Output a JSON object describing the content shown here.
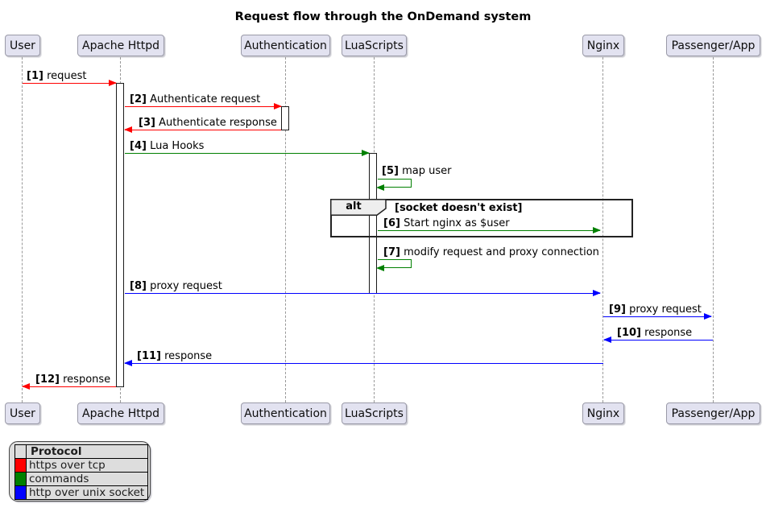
{
  "title": "Request flow through the OnDemand system",
  "participants": [
    {
      "name": "User"
    },
    {
      "name": "Apache Httpd"
    },
    {
      "name": "Authentication"
    },
    {
      "name": "LuaScripts"
    },
    {
      "name": "Nginx"
    },
    {
      "name": "Passenger/App"
    }
  ],
  "messages": [
    {
      "num": "[1]",
      "text": "request",
      "from": "User",
      "to": "Apache Httpd",
      "protocol": "https over tcp"
    },
    {
      "num": "[2]",
      "text": "Authenticate request",
      "from": "Apache Httpd",
      "to": "Authentication",
      "protocol": "https over tcp"
    },
    {
      "num": "[3]",
      "text": "Authenticate response",
      "from": "Authentication",
      "to": "Apache Httpd",
      "protocol": "https over tcp"
    },
    {
      "num": "[4]",
      "text": "Lua Hooks",
      "from": "Apache Httpd",
      "to": "LuaScripts",
      "protocol": "commands"
    },
    {
      "num": "[5]",
      "text": "map user",
      "from": "LuaScripts",
      "to": "LuaScripts",
      "protocol": "commands"
    },
    {
      "num": "[6]",
      "text": "Start nginx as $user",
      "from": "LuaScripts",
      "to": "Nginx",
      "protocol": "commands"
    },
    {
      "num": "[7]",
      "text": "modify request and proxy connection",
      "from": "LuaScripts",
      "to": "LuaScripts",
      "protocol": "commands"
    },
    {
      "num": "[8]",
      "text": "proxy request",
      "from": "Apache Httpd",
      "to": "Nginx",
      "protocol": "http over unix socket"
    },
    {
      "num": "[9]",
      "text": "proxy request",
      "from": "Nginx",
      "to": "Passenger/App",
      "protocol": "http over unix socket"
    },
    {
      "num": "[10]",
      "text": "response",
      "from": "Passenger/App",
      "to": "Nginx",
      "protocol": "http over unix socket"
    },
    {
      "num": "[11]",
      "text": "response",
      "from": "Nginx",
      "to": "Apache Httpd",
      "protocol": "http over unix socket"
    },
    {
      "num": "[12]",
      "text": "response",
      "from": "Apache Httpd",
      "to": "User",
      "protocol": "https over tcp"
    }
  ],
  "alt_frame": {
    "label": "alt",
    "condition": "[socket doesn't exist]"
  },
  "legend": {
    "header": "Protocol",
    "rows": [
      {
        "label": "https over tcp",
        "color": "#FF0000"
      },
      {
        "label": "commands",
        "color": "#008000"
      },
      {
        "label": "http over unix socket",
        "color": "#0000FF"
      }
    ]
  },
  "colors": {
    "red": "#FF0000",
    "green": "#008000",
    "blue": "#0000FF",
    "participant_fill": "#E2E2F0",
    "participant_border": "#9A9AA8",
    "lifeline": "#999999",
    "alt_header_fill": "#EEEEEE",
    "legend_fill": "#DDDDDD"
  }
}
